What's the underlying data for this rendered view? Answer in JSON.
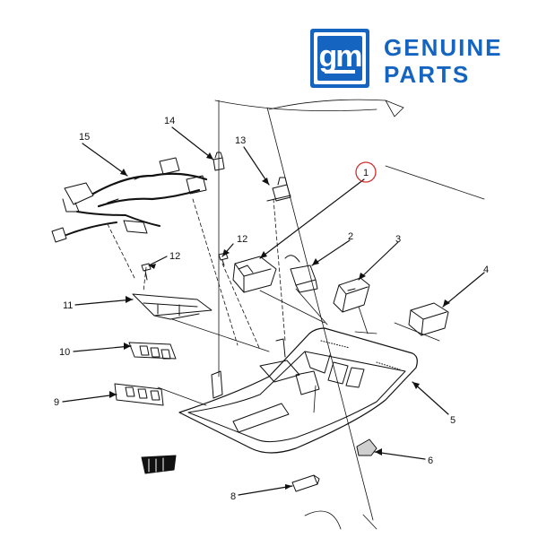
{
  "brand": {
    "logo_text": "gm",
    "line1": "GENUINE",
    "line2": "PARTS",
    "color": "#1565c0"
  },
  "diagram": {
    "highlight_color": "#d32f2f",
    "callouts": [
      {
        "id": "1",
        "label": "1",
        "highlighted": true
      },
      {
        "id": "2",
        "label": "2"
      },
      {
        "id": "3",
        "label": "3"
      },
      {
        "id": "4",
        "label": "4"
      },
      {
        "id": "5",
        "label": "5"
      },
      {
        "id": "6",
        "label": "6"
      },
      {
        "id": "8",
        "label": "8"
      },
      {
        "id": "9",
        "label": "9"
      },
      {
        "id": "10",
        "label": "10"
      },
      {
        "id": "11",
        "label": "11"
      },
      {
        "id": "12a",
        "label": "12"
      },
      {
        "id": "12b",
        "label": "12"
      },
      {
        "id": "13",
        "label": "13"
      },
      {
        "id": "14",
        "label": "14"
      },
      {
        "id": "15",
        "label": "15"
      }
    ]
  }
}
